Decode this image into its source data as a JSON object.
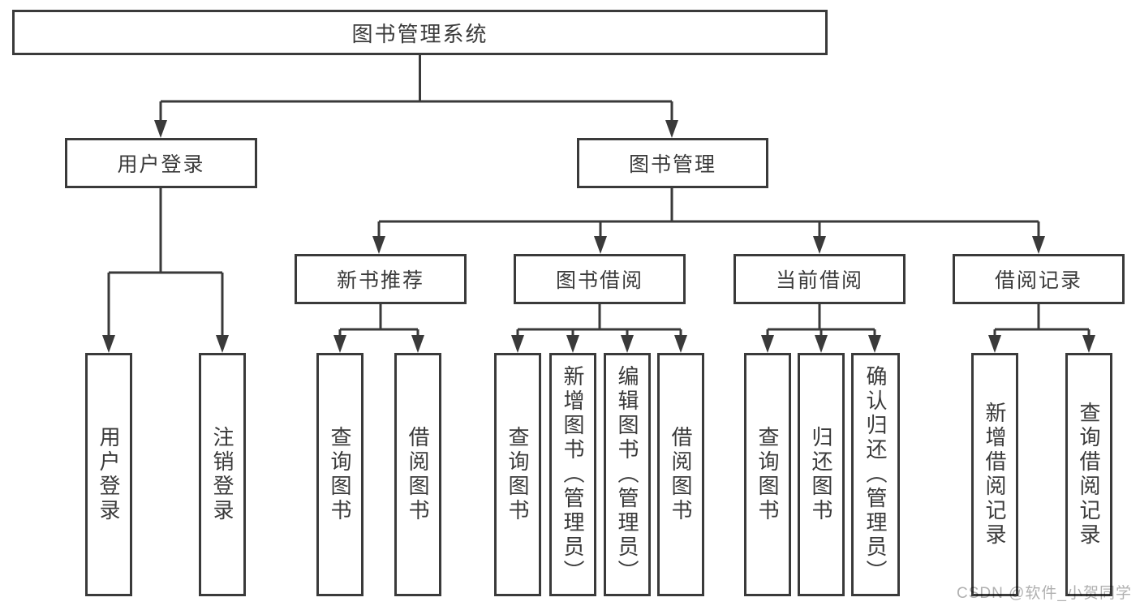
{
  "diagram_title": "图书管理系统",
  "tree": {
    "label": "图书管理系统",
    "children": [
      {
        "label": "用户登录",
        "children": [
          {
            "label": "用户登录"
          },
          {
            "label": "注销登录"
          }
        ]
      },
      {
        "label": "图书管理",
        "children": [
          {
            "label": "新书推荐",
            "children": [
              {
                "label": "查询图书"
              },
              {
                "label": "借阅图书"
              }
            ]
          },
          {
            "label": "图书借阅",
            "children": [
              {
                "label": "查询图书"
              },
              {
                "label": "新增图书（管理员）"
              },
              {
                "label": "编辑图书（管理员）"
              },
              {
                "label": "借阅图书"
              }
            ]
          },
          {
            "label": "当前借阅",
            "children": [
              {
                "label": "查询图书"
              },
              {
                "label": "归还图书"
              },
              {
                "label": "确认归还（管理员）"
              }
            ]
          },
          {
            "label": "借阅记录",
            "children": [
              {
                "label": "新增借阅记录"
              },
              {
                "label": "查询借阅记录"
              }
            ]
          }
        ]
      }
    ]
  },
  "watermark": {
    "text": "CSDN @软件_小贺同学"
  },
  "colors": {
    "line": "#3a3a3a",
    "box_border": "#3a3a3a",
    "text": "#3a3a3a",
    "watermark": "#b0b0b0",
    "background": "#ffffff"
  }
}
